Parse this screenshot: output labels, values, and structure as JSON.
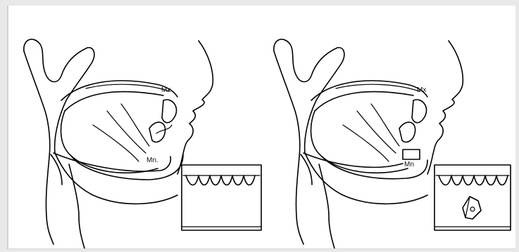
{
  "panels": [
    {
      "id": "before",
      "labels": {
        "maxilla": "Mx",
        "mandible": "Mn."
      }
    },
    {
      "id": "after",
      "labels": {
        "maxilla": "Mx",
        "mandible": "Mn"
      }
    }
  ]
}
